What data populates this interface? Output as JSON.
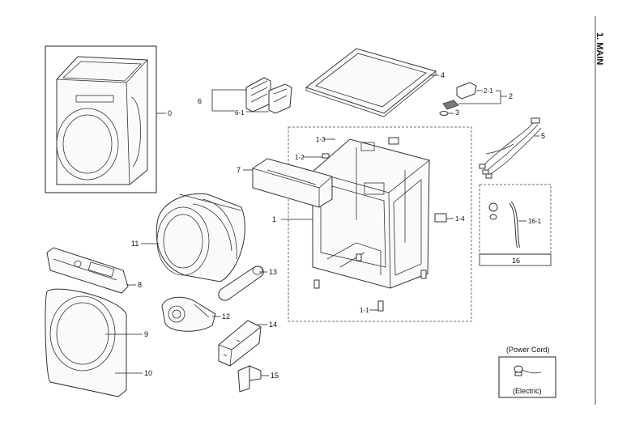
{
  "section_title": "1. MAIN",
  "callouts": {
    "c0": "0",
    "c1": "1",
    "c1_1": "1-1",
    "c1_2": "1-2",
    "c1_3": "1-3",
    "c1_4": "1-4",
    "c2": "2",
    "c2_1": "2-1",
    "c3": "3",
    "c4": "4",
    "c5": "5",
    "c6": "6",
    "c6_1": "6-1",
    "c7": "7",
    "c8": "8",
    "c9": "9",
    "c10": "10",
    "c11": "11",
    "c12": "12",
    "c13": "13",
    "c14": "14",
    "c15": "15",
    "c16": "16",
    "c16_1": "16-1"
  },
  "power_cord": {
    "title": "(Power Cord)",
    "caption": "(Electric)"
  }
}
